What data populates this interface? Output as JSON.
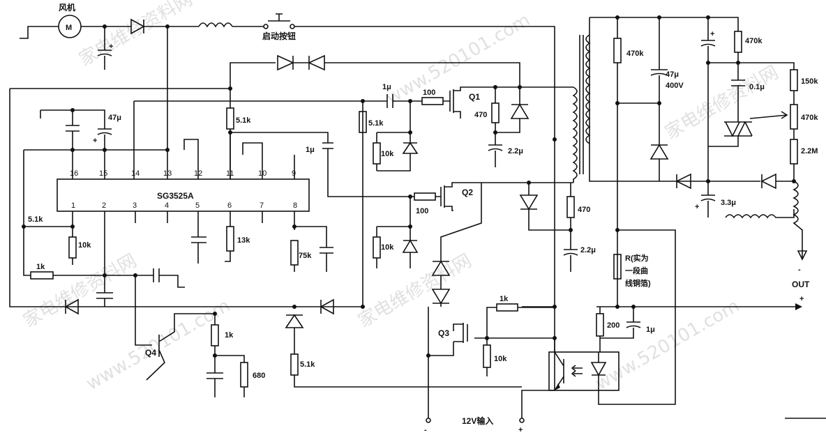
{
  "ic": {
    "name": "SG3525A",
    "pins_top": [
      "16",
      "15",
      "14",
      "13",
      "12",
      "11",
      "10",
      "9"
    ],
    "pins_bottom": [
      "1",
      "2",
      "3",
      "4",
      "5",
      "6",
      "7",
      "8"
    ]
  },
  "labels": {
    "fan": "风机",
    "motor": "M",
    "start_button": "启动按钮",
    "input": "12V输入",
    "out": "OUT",
    "minus": "-",
    "plus": "+",
    "r_note_line1": "R(实为",
    "r_note_line2": "一段曲",
    "r_note_line3": "线铜箔)"
  },
  "components": {
    "q1": "Q1",
    "q2": "Q2",
    "q3": "Q3",
    "q4": "Q4",
    "r_5k1_a": "5.1k",
    "r_5k1_b": "5.1k",
    "r_5k1_c": "5.1k",
    "r_5k1_d": "5.1k",
    "r_10k_a": "10k",
    "r_10k_b": "10k",
    "r_10k_c": "10k",
    "r_10k_d": "10k",
    "r_1k_a": "1k",
    "r_1k_b": "1k",
    "r_1k_c": "1k",
    "r_13k": "13k",
    "r_75k": "75k",
    "r_680": "680",
    "r_100_a": "100",
    "r_100_b": "100",
    "r_470_a": "470",
    "r_470_b": "470",
    "r_470k_a": "470k",
    "r_470k_b": "470k",
    "r_470k_c": "470k",
    "r_150k": "150k",
    "r_2m2": "2.2M",
    "r_200": "200",
    "r_r": "R",
    "c_47u": "47μ",
    "c_47u_400v_a": "47μ",
    "c_47u_400v_b": "400V",
    "c_1u_a": "1μ",
    "c_1u_b": "1μ",
    "c_1u_c": "1μ",
    "c_2u2_a": "2.2μ",
    "c_2u2_b": "2.2μ",
    "c_0u1": "0.1μ",
    "c_3u3": "3.3μ"
  },
  "watermarks": [
    "家电维修资料网",
    "www.520101.com"
  ]
}
